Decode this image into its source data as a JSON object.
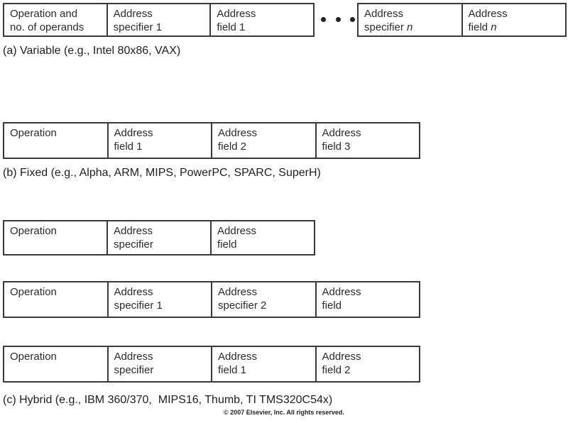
{
  "palette": {
    "border": "#3a3a3a",
    "text": "#2b2b2b",
    "background": "#ffffff"
  },
  "sections": {
    "a": {
      "caption": "(a) Variable (e.g., Intel 80x86, VAX)",
      "group1": {
        "cells": [
          {
            "l1": "Operation and",
            "l2": "no. of operands",
            "l2i": ""
          },
          {
            "l1": "Address",
            "l2": "specifier 1",
            "l2i": ""
          },
          {
            "l1": "Address",
            "l2": "field 1",
            "l2i": ""
          }
        ]
      },
      "ellipsis": "dot dot dot",
      "group2": {
        "cells": [
          {
            "l1": "Address",
            "l2": "specifier ",
            "l2i": "n"
          },
          {
            "l1": "Address",
            "l2": "field ",
            "l2i": "n"
          }
        ]
      }
    },
    "b": {
      "caption": "(b) Fixed (e.g., Alpha, ARM, MIPS, PowerPC, SPARC, SuperH)",
      "cells": [
        {
          "l1": "Operation",
          "l2": "",
          "l2i": ""
        },
        {
          "l1": "Address",
          "l2": "field 1",
          "l2i": ""
        },
        {
          "l1": "Address",
          "l2": "field 2",
          "l2i": ""
        },
        {
          "l1": "Address",
          "l2": "field 3",
          "l2i": ""
        }
      ]
    },
    "c": {
      "caption": "(c) Hybrid (e.g., IBM 360/370,  MIPS16, Thumb, TI TMS320C54x)",
      "rows": [
        {
          "cells": [
            {
              "l1": "Operation",
              "l2": "",
              "l2i": ""
            },
            {
              "l1": "Address",
              "l2": "specifier",
              "l2i": ""
            },
            {
              "l1": "Address",
              "l2": "field",
              "l2i": ""
            }
          ]
        },
        {
          "cells": [
            {
              "l1": "Operation",
              "l2": "",
              "l2i": ""
            },
            {
              "l1": "Address",
              "l2": "specifier 1",
              "l2i": ""
            },
            {
              "l1": "Address",
              "l2": "specifier 2",
              "l2i": ""
            },
            {
              "l1": "Address",
              "l2": "field",
              "l2i": ""
            }
          ]
        },
        {
          "cells": [
            {
              "l1": "Operation",
              "l2": "",
              "l2i": ""
            },
            {
              "l1": "Address",
              "l2": "specifier",
              "l2i": ""
            },
            {
              "l1": "Address",
              "l2": "field 1",
              "l2i": ""
            },
            {
              "l1": "Address",
              "l2": "field 2",
              "l2i": ""
            }
          ]
        }
      ]
    }
  },
  "copyright": "© 2007 Elsevier, Inc. All rights reserved."
}
